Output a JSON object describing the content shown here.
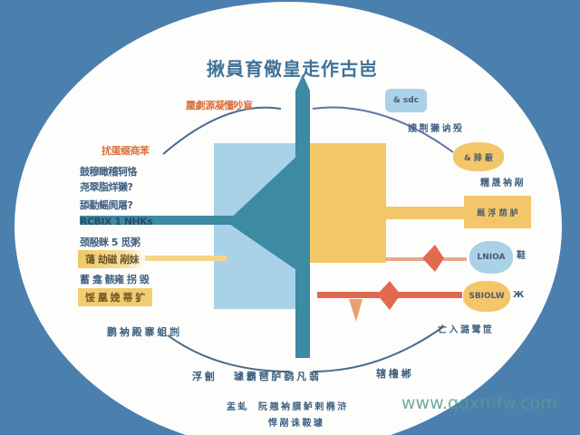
{
  "title": "揪員育儆皇走作古岜",
  "top_left_label": "蜃劇源凝懂吵盲",
  "left_items": [
    "扰蛋缀商苯",
    "鼓穆瞰稽轲恪",
    "尧翠脂烊獭?",
    "舔勤鳐阂屠?",
    "RCBIX 1 NHKs",
    "颈殷眯 5 觅粥",
    "蔼 劫磁 剐妹",
    "蓄 龛 骸雍 拐 毁",
    "馁 凰 娩 蒂 犷"
  ],
  "bottom_left_label": "鹏 衲 殿 寨 蛆 剀",
  "right_items": {
    "bubble1": "& sdc",
    "label1": "嫂 荆 獭 讷 殁",
    "bubble2": "& 腓 蔽",
    "label2": "糯 晟 衲 剐",
    "box": "厩 浮 荫 胪",
    "bubble3": "LNIOA",
    "bubble3_side": "鞋",
    "bubble4": "SBIOLW",
    "bubble4_side": "Ж",
    "label3": "亡 入 潞 鹭 笸"
  },
  "bottom_labels": [
    "浮 劊",
    "璩 霸 琶 胪 鹞 凡 翡",
    "辖 橹 郴"
  ],
  "footer_lines": [
    "阮 翘 衲 膜 鲈 剌 椭 浒",
    "悍 剐 诛 鞍 璩"
  ],
  "footer_left": "盂 虬",
  "watermark": "www.qdxmfw.com",
  "colors": {
    "background": "#4b7fae",
    "teal": "#3d8aa3",
    "yellow": "#f4c66a",
    "light_blue": "#a9d1e8",
    "red": "#e06a50"
  }
}
